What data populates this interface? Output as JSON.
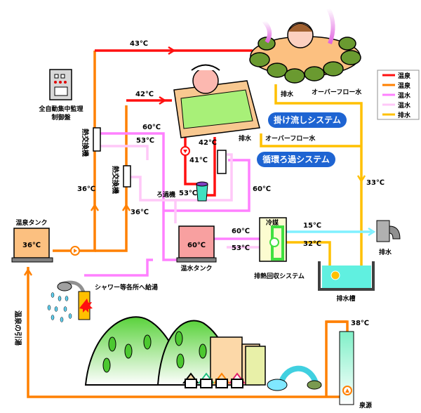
{
  "legend": {
    "items": [
      {
        "label": "温泉",
        "color": "#ff1010"
      },
      {
        "label": "温泉",
        "color": "#ff8000"
      },
      {
        "label": "温水",
        "color": "#ff80ff"
      },
      {
        "label": "温水",
        "color": "#ffc8f8"
      },
      {
        "label": "排水",
        "color": "#ffc000"
      }
    ]
  },
  "colors": {
    "hot_spring_red": "#ff1010",
    "hot_spring_orange": "#ff8000",
    "warm_water_pink": "#ff80ff",
    "warm_water_light": "#ffc8f8",
    "drain_yellow": "#ffc000",
    "coolant_cyan": "#80f0ff",
    "system_pill": "#1e64d2"
  },
  "labels": {
    "control_panel": [
      "全自動集中監理",
      "制御盤"
    ],
    "heat_exchanger": "熱交換機",
    "filter": "ろ過機",
    "hot_spring_tank": "温泉タンク",
    "hot_water_tank": "温水タンク",
    "heat_recovery": "排熱回収システム",
    "refrigerant": "冷媒",
    "drain": "排水",
    "drain_tank": "排水槽",
    "overflow": "オーバーフロー水",
    "shower_supply": "シャワー等各所へ給湯",
    "hot_spring_draw": "温泉の引湯",
    "source": "泉源",
    "flow_system": "掛け流しシステム",
    "circulation_system": "循環ろ過システム"
  },
  "temperatures": {
    "top_supply": "43℃",
    "bath_supply": "42℃",
    "filter_return": "42℃",
    "filter_in": "41℃",
    "hx_60": "60℃",
    "hx_53": "53℃",
    "mid_53": "53℃",
    "right_60": "60℃",
    "left_36": "36℃",
    "mid_36": "36℃",
    "spring_tank": "36℃",
    "hot_tank": "60℃",
    "recovery_60": "60℃",
    "recovery_53": "53℃",
    "cool_15": "15℃",
    "drain_32": "32℃",
    "drain_33": "33℃",
    "source_38": "38℃"
  }
}
